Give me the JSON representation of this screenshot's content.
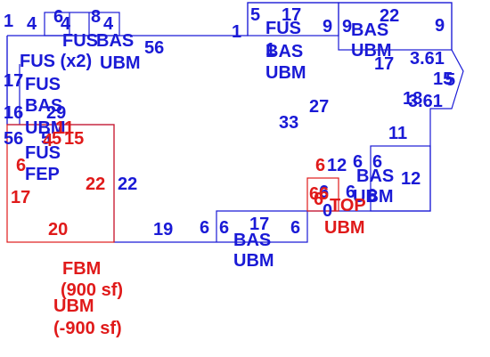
{
  "colors": {
    "blue": "#1a1ad6",
    "red": "#e01a1a"
  },
  "blue_labels": [
    "1",
    "4",
    "6",
    "4",
    "8",
    "4",
    "FUS",
    "BAS",
    "56",
    "FUS (x2)",
    "UBM",
    "17",
    "FUS",
    "16",
    "BAS",
    "29",
    "UBM",
    "56",
    "5",
    "FUS",
    "FEP",
    "22",
    "19",
    "6",
    "6",
    "17",
    "6",
    "BAS",
    "UBM",
    "5",
    "17",
    "1",
    "FUS",
    "9",
    "9",
    "BAS",
    "22",
    "9",
    "1",
    "BAS",
    "UBM",
    "UBM",
    "17",
    "3.61",
    "15",
    "27",
    "18",
    "3.61",
    "33",
    "11",
    "12",
    "6",
    "6",
    "BAS",
    "12",
    "UBM",
    "6",
    "6",
    "6",
    "0",
    "5"
  ],
  "red_labels": [
    "4",
    "5",
    "11",
    "15",
    "6",
    "17",
    "22",
    "20",
    "6",
    "6",
    "6",
    "6",
    "TOP",
    "UBM"
  ],
  "legend": {
    "line1": "FBM",
    "line2": "(900 sf)",
    "line3": "UBM",
    "line4": "(-900 sf)"
  }
}
